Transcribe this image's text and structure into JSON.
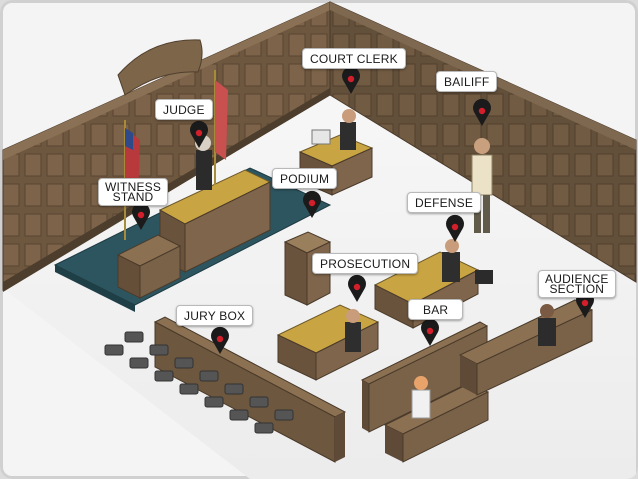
{
  "labels": {
    "court_clerk": "COURT CLERK",
    "bailiff": "BAILIFF",
    "judge": "JUDGE",
    "witness_stand_line1": "WITNESS",
    "witness_stand_line2": "STAND",
    "podium": "PODIUM",
    "defense": "DEFENSE",
    "prosecution": "PROSECUTION",
    "audience_section_line1": "AUDIENCE",
    "audience_section_line2": "SECTION",
    "jury_box": "JURY BOX",
    "bar": "BAR"
  },
  "colors": {
    "wood_dark": "#5e4a37",
    "wood_mid": "#7a6249",
    "wood_light": "#8e7459",
    "floor": "#f2f2f2",
    "judge_platform": "#2d5560",
    "desk_top": "#c9a443",
    "marker": "#1b1b1b",
    "marker_dot": "#d21f2b"
  }
}
